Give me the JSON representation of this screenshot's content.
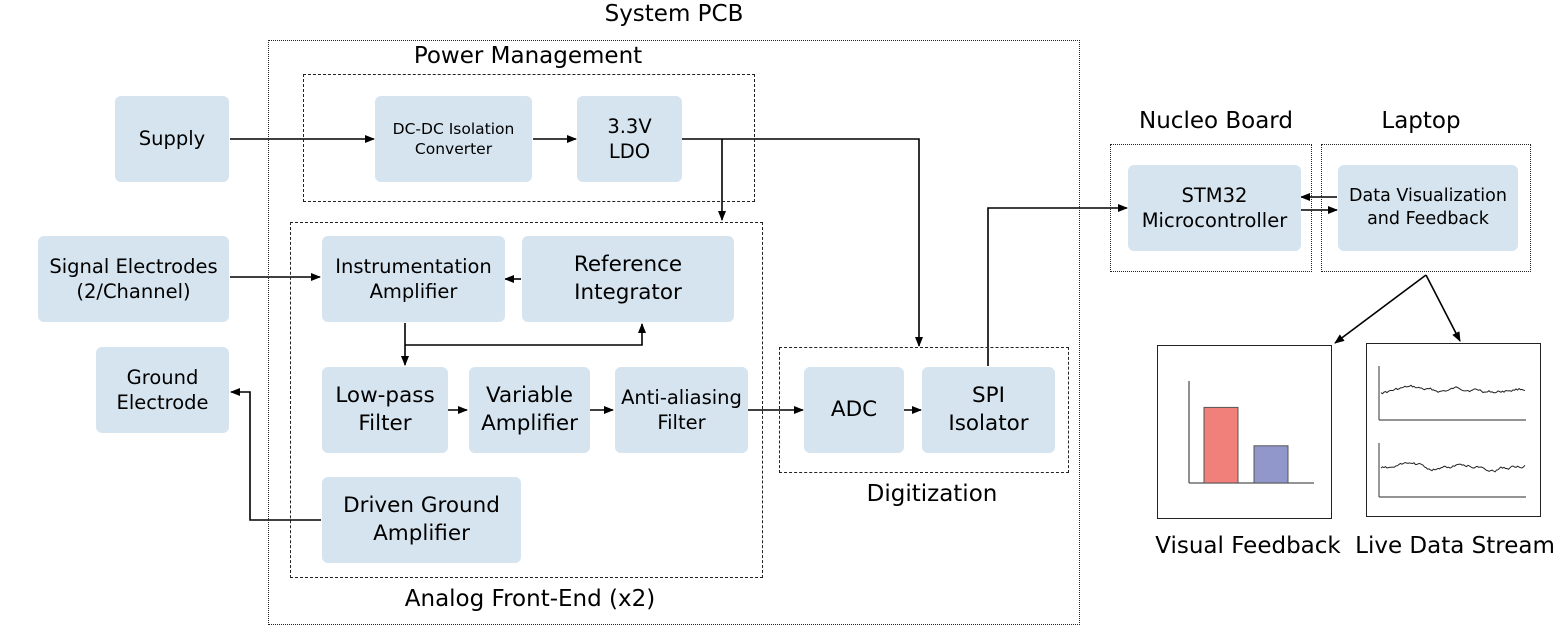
{
  "groups": {
    "system_pcb": "System PCB",
    "power_management": "Power Management",
    "analog_front_end": "Analog Front-End (x2)",
    "digitization": "Digitization",
    "nucleo_board": "Nucleo Board",
    "laptop": "Laptop"
  },
  "blocks": {
    "supply": "Supply",
    "signal_electrodes": "Signal Electrodes\n(2/Channel)",
    "ground_electrode": "Ground\nElectrode",
    "dcdc": "DC-DC Isolation\nConverter",
    "ldo": "3.3V\nLDO",
    "inst_amp": "Instrumentation\nAmplifier",
    "ref_integrator": "Reference\nIntegrator",
    "lowpass": "Low-pass\nFilter",
    "var_amp": "Variable\nAmplifier",
    "antialias": "Anti-aliasing\nFilter",
    "driven_ground": "Driven Ground\nAmplifier",
    "adc": "ADC",
    "spi": "SPI\nIsolator",
    "stm32": "STM32\nMicrocontroller",
    "data_vis": "Data Visualization\nand Feedback"
  },
  "outputs": {
    "visual_feedback": "Visual Feedback",
    "live_data_stream": "Live Data Stream"
  },
  "colors": {
    "block_fill": "#d6e4ef",
    "bar_1": "#f08079",
    "bar_2": "#9196cb"
  },
  "feedback_bars": [
    0.63,
    0.31
  ]
}
